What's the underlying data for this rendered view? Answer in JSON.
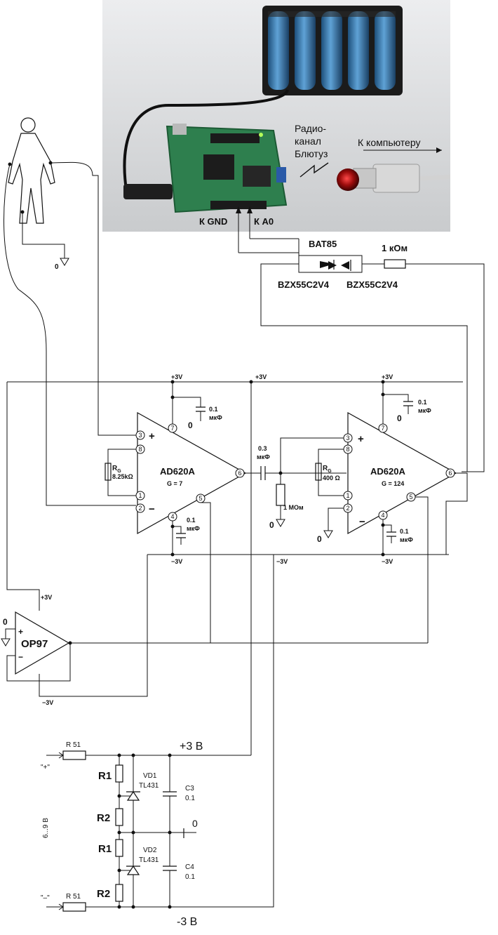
{
  "photo": {
    "radio_label": [
      "Радио-",
      "канал",
      "Блютуз"
    ],
    "to_computer": "К компьютеру",
    "to_gnd": "К GND",
    "to_a0": "К А0"
  },
  "protection": {
    "diode": "BAT85",
    "resistor": "1 кОм",
    "zener_1": "BZX55C2V4",
    "zener_2": "BZX55C2V4"
  },
  "body": {
    "ground": "0"
  },
  "amp1": {
    "name": "AD620A",
    "gain": "G = 7",
    "rg_sub": "G",
    "rg_main": "R",
    "rg_value": "8.25kΩ",
    "pins": {
      "p3": "3",
      "p8": "8",
      "p1": "1",
      "p2": "2",
      "p7": "7",
      "p4": "4",
      "p6": "6",
      "p5": "5"
    },
    "plus": "+",
    "minus": "−",
    "vpos": "+3V",
    "vneg": "−3V",
    "cap_top": [
      "0.1",
      "мкФ"
    ],
    "cap_bot": [
      "0.1",
      "мкФ"
    ],
    "ground": "0"
  },
  "coupling": {
    "cap": [
      "0.3",
      "мкФ"
    ],
    "resistor": "1 МОм",
    "ground": "0",
    "vpos": "+3V",
    "vneg": "−3V"
  },
  "amp2": {
    "name": "AD620A",
    "gain": "G = 124",
    "rg_sub": "G",
    "rg_main": "R",
    "rg_value": "400 Ω",
    "pins": {
      "p3": "3",
      "p8": "8",
      "p1": "1",
      "p2": "2",
      "p7": "7",
      "p4": "4",
      "p6": "6",
      "p5": "5"
    },
    "plus": "+",
    "minus": "−",
    "vpos": "+3V",
    "vneg": "−3V",
    "cap_top": [
      "0.1",
      "мкФ"
    ],
    "cap_bot": [
      "0.1",
      "мкФ"
    ],
    "ground_top": "0",
    "ground_pin2": "0"
  },
  "op97": {
    "name": "OP97",
    "vpos": "+3V",
    "vneg": "−3V",
    "plus": "+",
    "minus": "−",
    "ground": "0"
  },
  "supply": {
    "r_top": "R  51",
    "r_bot": "R  51",
    "in_plus": "\"+\"",
    "in_minus": "\"–\"",
    "battery": "6...9 В",
    "r1a": "R1",
    "r2a": "R2",
    "r1b": "R1",
    "r2b": "R2",
    "vd1": [
      "VD1",
      "TL431"
    ],
    "vd2": [
      "VD2",
      "TL431"
    ],
    "c3": [
      "C3",
      "0.1"
    ],
    "c4": [
      "C4",
      "0.1"
    ],
    "out_pos": "+3  В",
    "out_gnd": "0",
    "out_neg": "-3  В"
  }
}
